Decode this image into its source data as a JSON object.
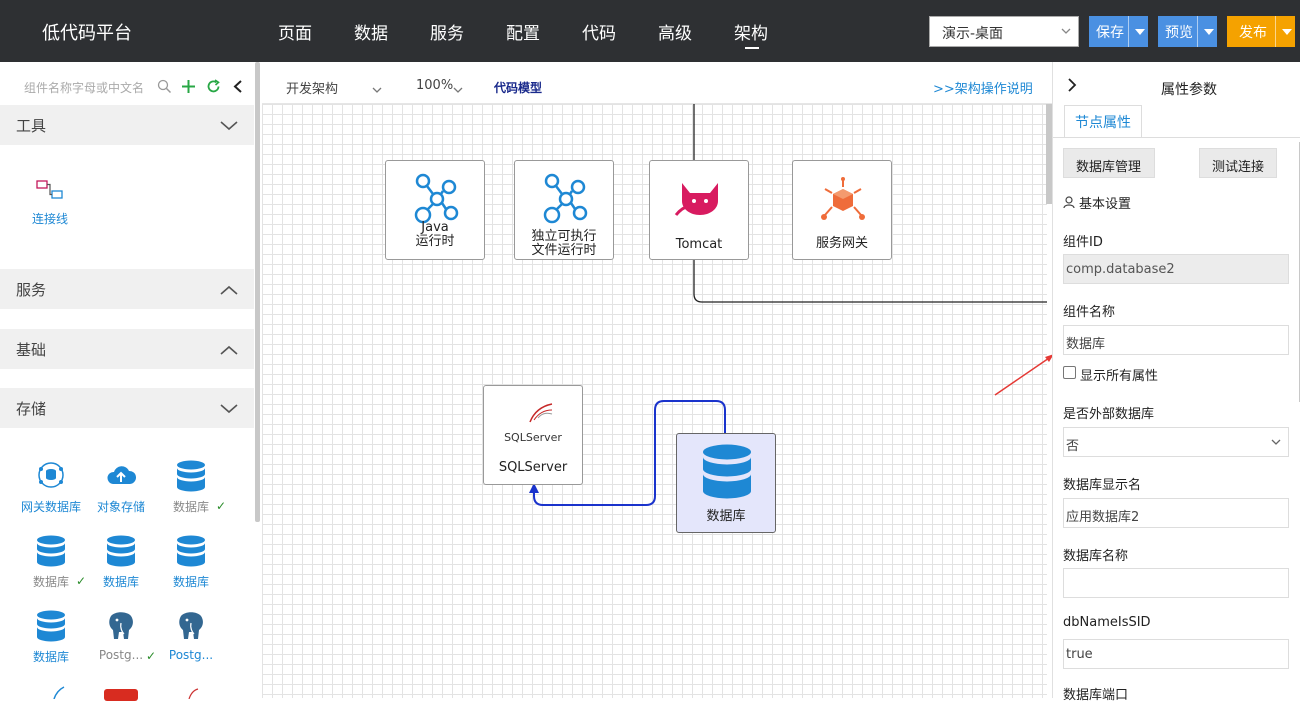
{
  "app": {
    "title": "低代码平台"
  },
  "nav": [
    "页面",
    "数据",
    "服务",
    "配置",
    "代码",
    "高级",
    "架构"
  ],
  "header": {
    "env_value": "演示-桌面",
    "save_label": "保存",
    "preview_label": "预览",
    "publish_label": "发布"
  },
  "left": {
    "search_placeholder": "组件名称字母或中文名",
    "sections": {
      "tools": "工具",
      "services": "服务",
      "basic": "基础",
      "storage": "存储"
    },
    "tools_items": [
      "连接线"
    ],
    "storage_items": [
      "网关数据库",
      "对象存储",
      "数据库",
      "数据库",
      "数据库",
      "数据库",
      "数据库",
      "Postg...",
      "Postg..."
    ]
  },
  "toolbar": {
    "mode": "开发架构",
    "zoom": "100%",
    "code_model": "代码模型",
    "help_link": ">>架构操作说明"
  },
  "canvas": {
    "nodes": [
      "Java\n运行时",
      "独立可执行\n文件运行时",
      "Tomcat",
      "服务网关",
      "SQLServer",
      "数据库"
    ],
    "sqlserver_logo_text": "SQLServer"
  },
  "right": {
    "title": "属性参数",
    "tab": "节点属性",
    "buttons": {
      "db_manage": "数据库管理",
      "test_conn": "测试连接"
    },
    "basic_settings": "基本设置",
    "fields": {
      "component_id_label": "组件ID",
      "component_id_value": "comp.database2",
      "component_name_label": "组件名称",
      "component_name_value": "数据库",
      "show_all_label": "显示所有属性",
      "external_db_label": "是否外部数据库",
      "external_db_value": "否",
      "db_display_name_label": "数据库显示名",
      "db_display_name_value": "应用数据库2",
      "db_name_label": "数据库名称",
      "db_name_value": "",
      "db_name_is_sid_label": "dbNameIsSID",
      "db_name_is_sid_value": "true",
      "db_port_label": "数据库端口"
    }
  },
  "colors": {
    "accent": "#4a90e2",
    "publish": "#f5a200",
    "topbar": "#2e3033",
    "link": "#1e88d4",
    "edge": "#1a33cc"
  }
}
